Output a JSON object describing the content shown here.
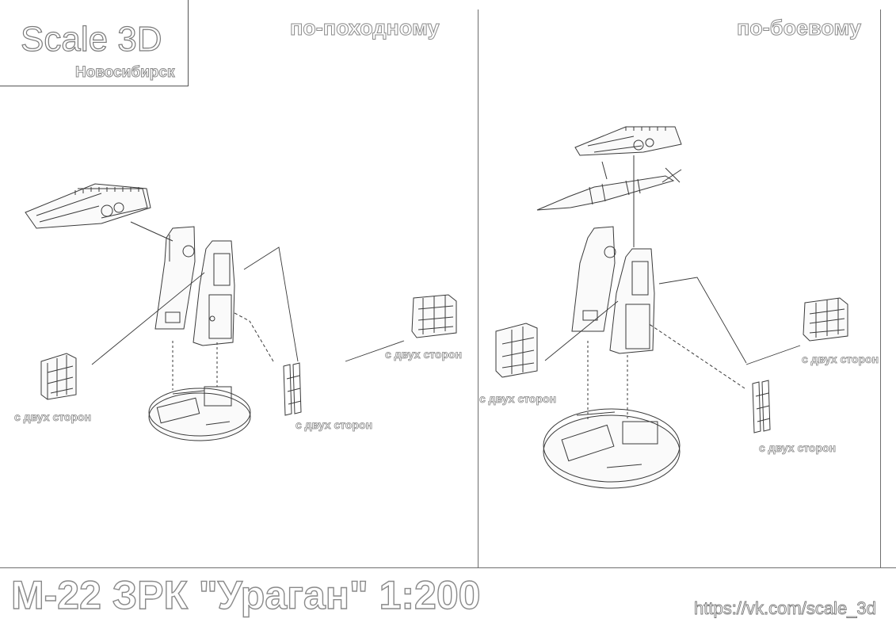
{
  "brand": {
    "name": "Scale 3D",
    "city": "Новосибирск"
  },
  "modes": {
    "travel": "по-походному",
    "combat": "по-боевому"
  },
  "title": "М-22 ЗРК \"Ураган\" 1:200",
  "url": "https://vk.com/scale_3d",
  "callouts": {
    "left_railing": "с двух сторон",
    "left_ladder": "с двух сторон",
    "left_right_railing": "с двух сторон",
    "right_left_railing": "с двух сторон",
    "right_right_railing": "с двух сторон",
    "right_ladder": "с двух сторон"
  }
}
